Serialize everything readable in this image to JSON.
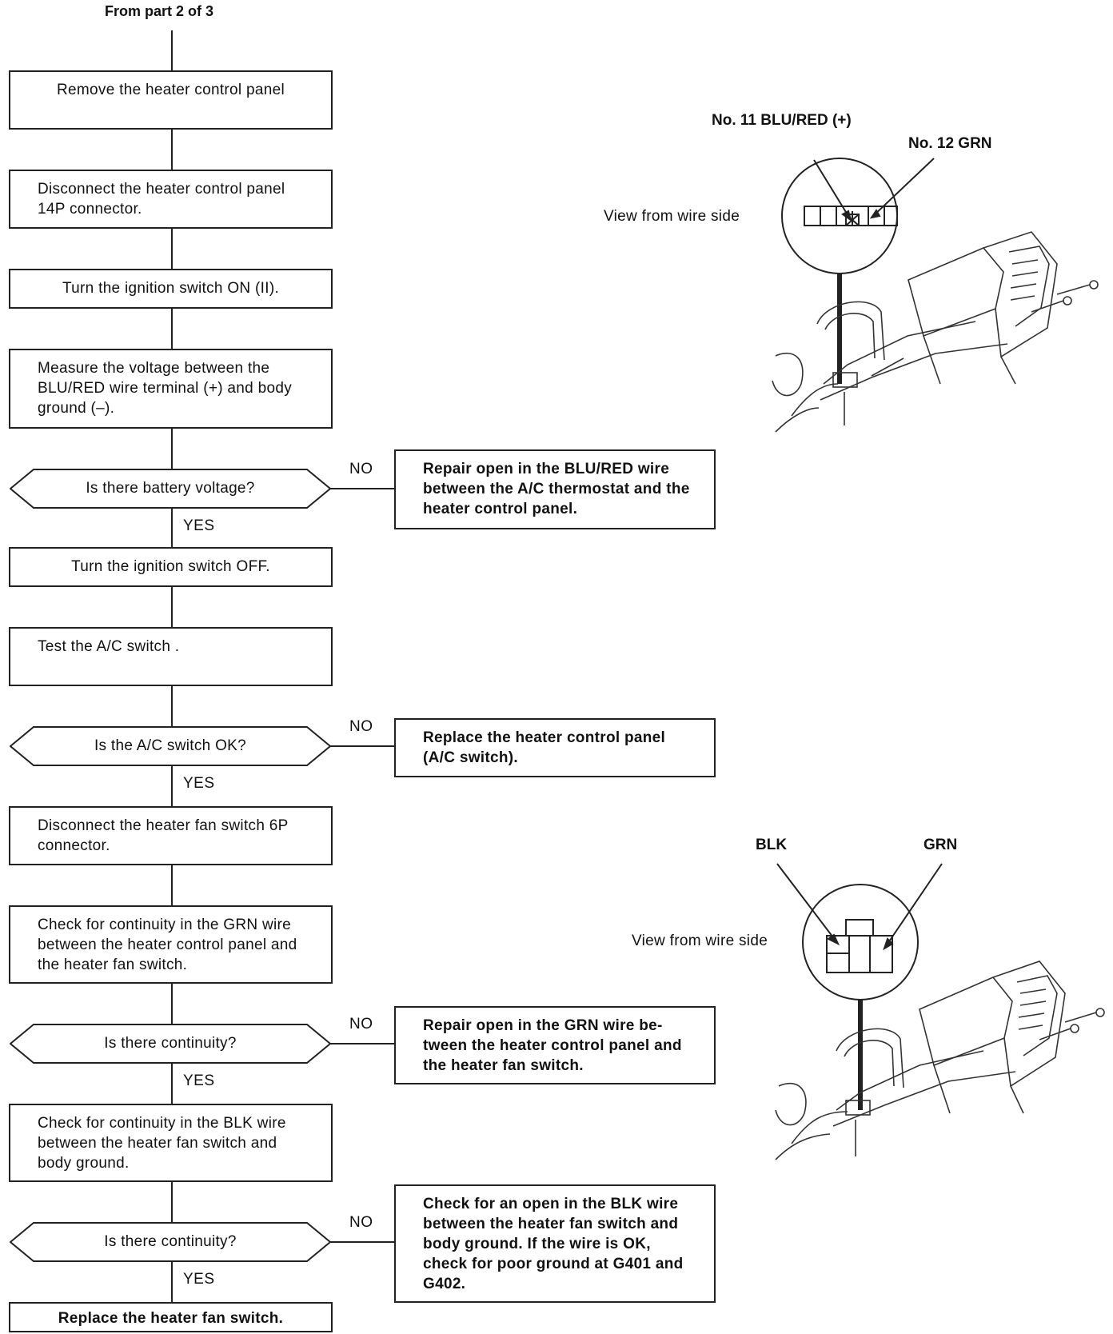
{
  "header": "From part 2 of 3",
  "steps": {
    "remove_panel": "Remove the heater control panel",
    "disconnect_14p": "Disconnect the heater control panel 14P connector.",
    "ignition_on": "Turn the ignition switch ON (II).",
    "measure_voltage": "Measure the voltage between the BLU/RED wire terminal (+) and body ground (–).",
    "ignition_off": "Turn the ignition switch OFF.",
    "test_ac": "Test the A/C switch .",
    "disconnect_6p": "Disconnect the heater fan switch 6P connector.",
    "check_grn": "Check for continuity in the GRN wire between the heater control panel and the heater fan switch.",
    "check_blk": "Check for continuity in the BLK wire between the heater fan switch and body ground.",
    "final": "Replace the heater fan switch."
  },
  "decisions": {
    "battery_voltage": "Is there battery voltage?",
    "ac_ok": "Is the A/C switch OK?",
    "continuity_grn": "Is there continuity?",
    "continuity_blk": "Is there continuity?"
  },
  "labels": {
    "no": "NO",
    "yes": "YES"
  },
  "results": {
    "repair_blu_red": "Repair open in the BLU/RED wire between the A/C thermostat and the heater control panel.",
    "replace_panel": "Replace the heater control panel (A/C switch).",
    "repair_grn": "Repair open in the GRN wire be-tween the heater control panel and the heater fan switch.",
    "check_blk_open": "Check for an open in the BLK wire between the heater fan switch and body ground. If the wire is OK, check for poor ground at G401 and G402."
  },
  "illustration_1": {
    "callout_pos": "No. 11 BLU/RED (+)",
    "callout_grn": "No. 12 GRN",
    "view": "View from wire side"
  },
  "illustration_2": {
    "callout_blk": "BLK",
    "callout_grn": "GRN",
    "view": "View from wire side"
  }
}
